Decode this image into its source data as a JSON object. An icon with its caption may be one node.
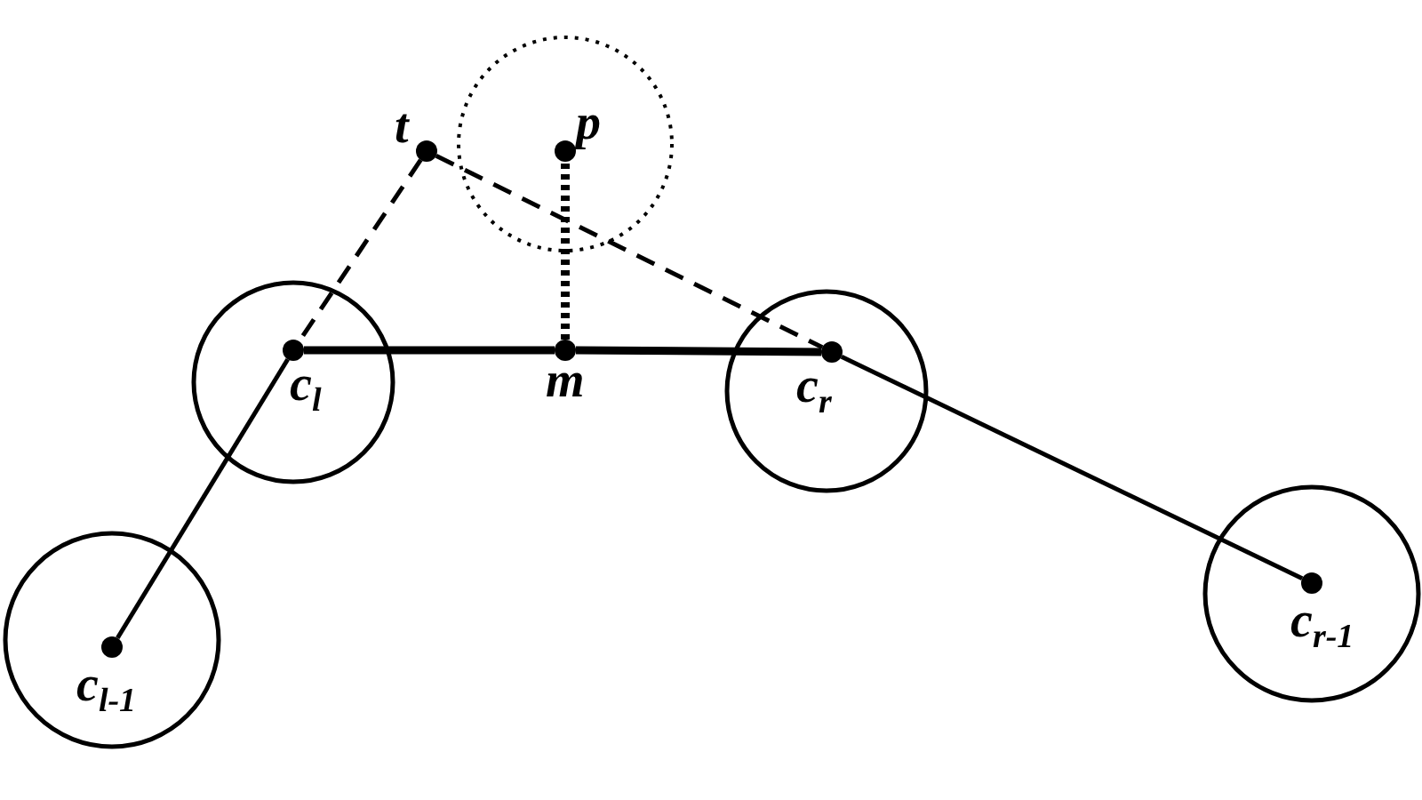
{
  "diagram": {
    "nodes": [
      {
        "text": [
          "t"
        ]
      },
      {
        "text": [
          "p"
        ]
      },
      {
        "text": [
          "c$_{l}$"
        ]
      },
      {
        "text": [
          "m"
        ]
      },
      {
        "text": [
          "c$_{r}$"
        ]
      },
      {
        "text": [
          "c$_{l-1}$"
        ]
      },
      {
        "text": [
          "c$_{r-1}$"
        ]
      }
    ],
    "edges": [
      {
        "from": 2,
        "to": 3,
        "arrow": "none",
        "style": "thick"
      },
      {
        "from": 3,
        "to": 4,
        "arrow": "none",
        "style": "thick"
      },
      {
        "from": 3,
        "to": 1,
        "arrow": "none",
        "style": "dashed"
      },
      {
        "from": 0,
        "to": 2,
        "arrow": "none",
        "style": "dashed"
      },
      {
        "from": 0,
        "to": 4,
        "arrow": "none",
        "style": "dashed"
      },
      {
        "from": 5,
        "to": 2,
        "arrow": "none"
      },
      {
        "from": 4,
        "to": 6,
        "arrow": "none"
      }
    ]
  }
}
